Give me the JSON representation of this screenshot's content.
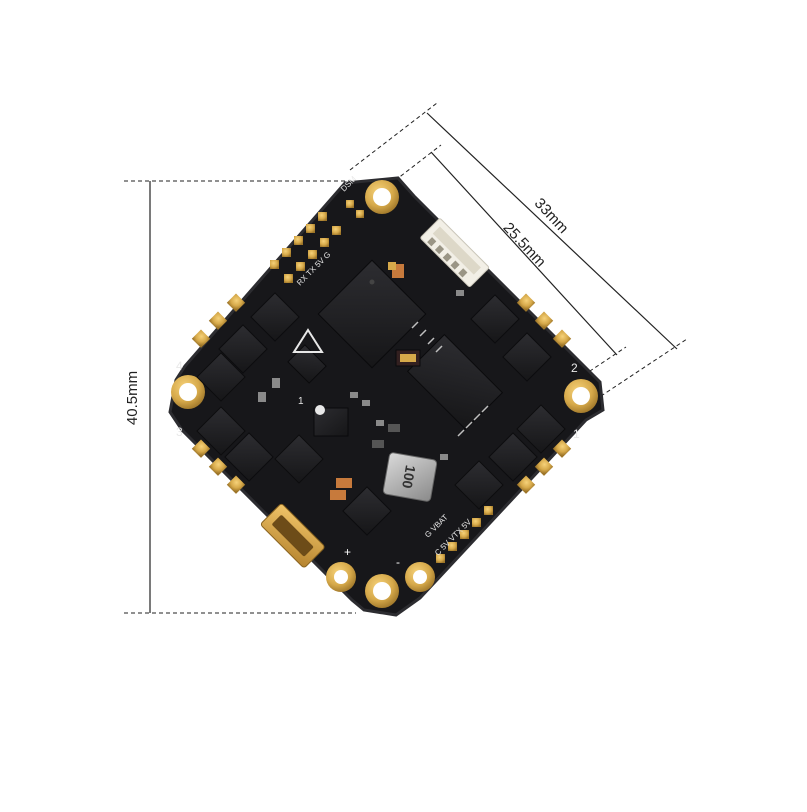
{
  "image": {
    "subject": "flight-controller-board",
    "background": "#ffffff"
  },
  "dimensions": {
    "width_label": "33mm",
    "hole_spacing_label": "25.5mm",
    "height_label": "40.5mm"
  },
  "board": {
    "motor_labels": [
      "4",
      "3",
      "2",
      "1"
    ],
    "silkscreen_top": "RX TX 5V G",
    "silkscreen_bottom": "G VBAT",
    "silkscreen_side": "C 5V VTX 5V",
    "inductor_code": "100",
    "connector_label": "DSM",
    "plus_label": "+",
    "minus_label": "-",
    "pin1_label": "1"
  },
  "colors": {
    "pcb": "#17171a",
    "pad_gold": "#d6a94a",
    "dimension_line": "#222222"
  }
}
